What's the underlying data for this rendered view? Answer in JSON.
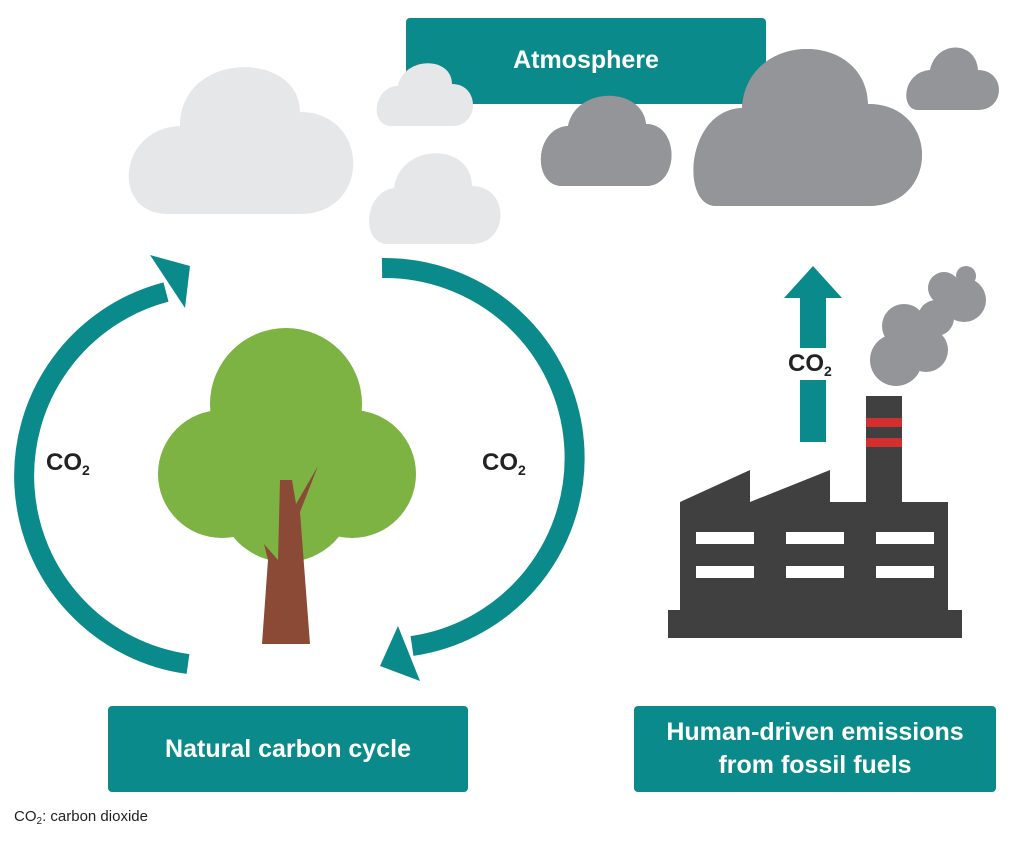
{
  "atmosphere_label": "Atmosphere",
  "natural_label": "Natural carbon cycle",
  "human_label_line1": "Human-driven emissions",
  "human_label_line2": "from fossil fuels",
  "co2_main": "CO",
  "co2_sub": "2",
  "footnote_main": "CO",
  "footnote_sub": "2",
  "footnote_text": ": carbon dioxide",
  "colors": {
    "teal": "#0a8a8a",
    "light_cloud": "#e6e7e8",
    "dark_cloud": "#939598",
    "tree_canopy": "#7cb342",
    "tree_trunk": "#8b4a36",
    "factory": "#404041",
    "chimney_stripe": "#d32f2f"
  }
}
